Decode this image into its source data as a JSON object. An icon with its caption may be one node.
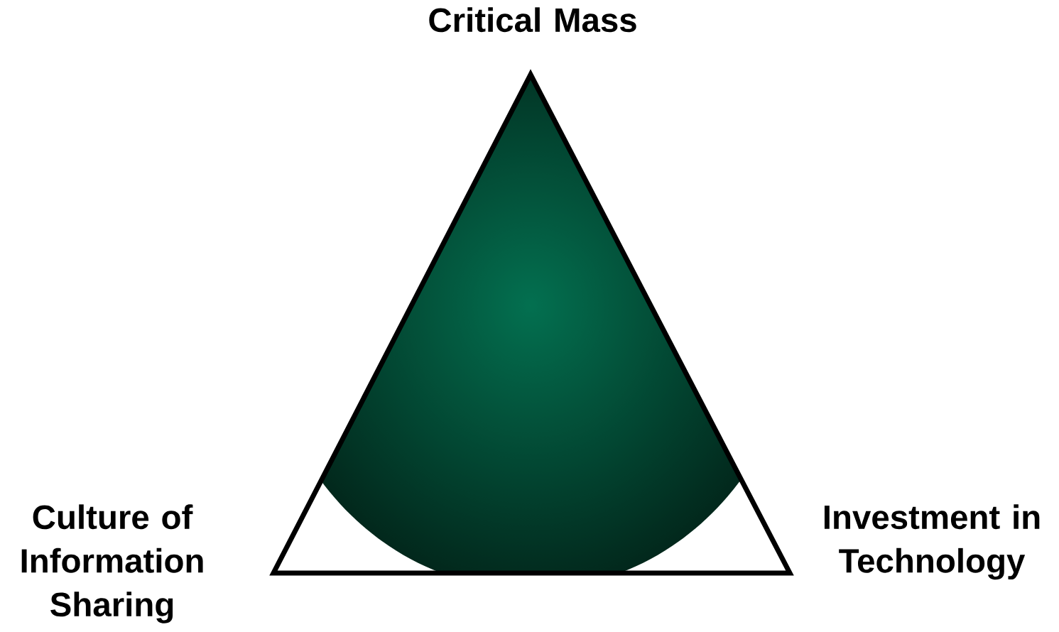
{
  "diagram": {
    "nodes": [
      {
        "text": [],
        "shape": "triangle",
        "beside": [
          "Critical Mass",
          "Culture of Information Sharing",
          "Investment in Technology"
        ]
      }
    ]
  }
}
